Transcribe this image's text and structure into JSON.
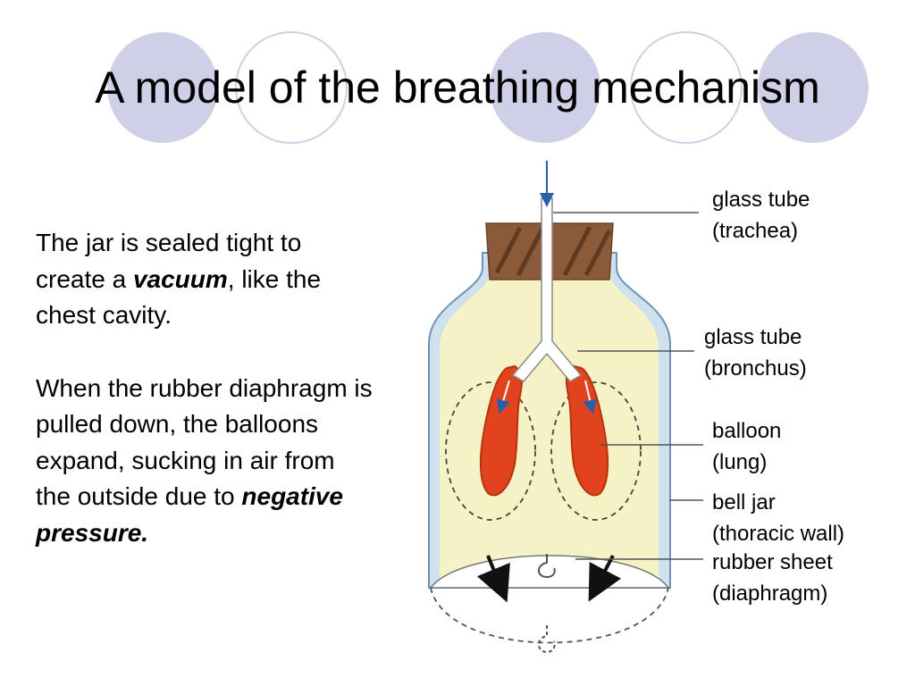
{
  "slide": {
    "title": "A model of the breathing mechanism"
  },
  "body": {
    "p1": {
      "before": "The jar is sealed tight to create a ",
      "em": "vacuum",
      "after": ", like the chest cavity."
    },
    "p2": {
      "before": "When the rubber diaphragm is pulled down, the balloons expand, sucking in air from the outside due to ",
      "em": "negative pressure."
    }
  },
  "diagram": {
    "labels": {
      "trachea": {
        "line1": "glass tube",
        "line2": "(trachea)"
      },
      "bronchus": {
        "line1": "glass tube",
        "line2": "(bronchus)"
      },
      "lung": {
        "line1": "balloon",
        "line2": "(lung)"
      },
      "wall": {
        "line1": "bell jar",
        "line2": "(thoracic wall)"
      },
      "diaphragm": {
        "line1": "rubber sheet",
        "line2": "(diaphragm)"
      }
    },
    "colors": {
      "jar_fill": "#F5F3C6",
      "jar_glass": "#CFE0EE",
      "cork": "#8B5A3A",
      "balloon": "#E2431F",
      "deco_circle": "#D0CFE8"
    }
  }
}
